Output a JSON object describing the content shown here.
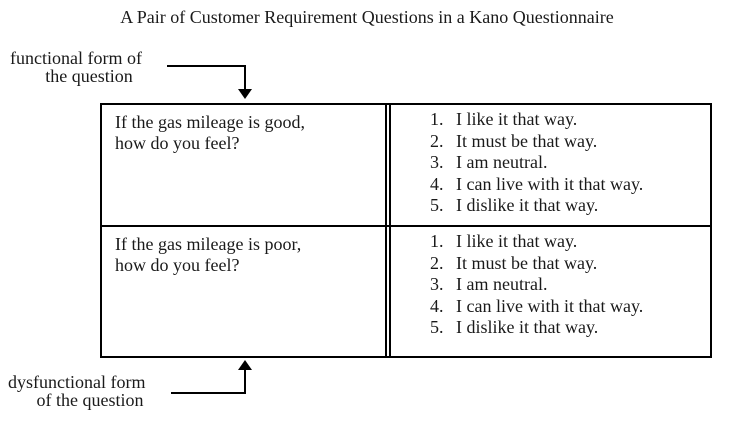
{
  "title": "A Pair of Customer Requirement Questions in a Kano Questionnaire",
  "labels": {
    "functional": {
      "line1": "functional form of",
      "line2": "the question"
    },
    "dysfunctional": {
      "line1": "dysfunctional form",
      "line2": "of the question"
    }
  },
  "table": {
    "rows": [
      {
        "question_line1": "If the gas mileage is good,",
        "question_line2": "how do you feel?",
        "options": [
          {
            "num": "1.",
            "text": "I like it that way."
          },
          {
            "num": "2.",
            "text": "It must be that way."
          },
          {
            "num": "3.",
            "text": "I am neutral."
          },
          {
            "num": "4.",
            "text": "I can live with it that way."
          },
          {
            "num": "5.",
            "text": "I dislike it that way."
          }
        ]
      },
      {
        "question_line1": "If the gas mileage is poor,",
        "question_line2": "how do you feel?",
        "options": [
          {
            "num": "1.",
            "text": "I like it that way."
          },
          {
            "num": "2.",
            "text": "It must be that way."
          },
          {
            "num": "3.",
            "text": "I am neutral."
          },
          {
            "num": "4.",
            "text": "I can live with it that way."
          },
          {
            "num": "5.",
            "text": "I dislike it that way."
          }
        ]
      }
    ]
  },
  "colors": {
    "ink": "#1a1a1a",
    "border": "#000000",
    "background": "#ffffff"
  }
}
